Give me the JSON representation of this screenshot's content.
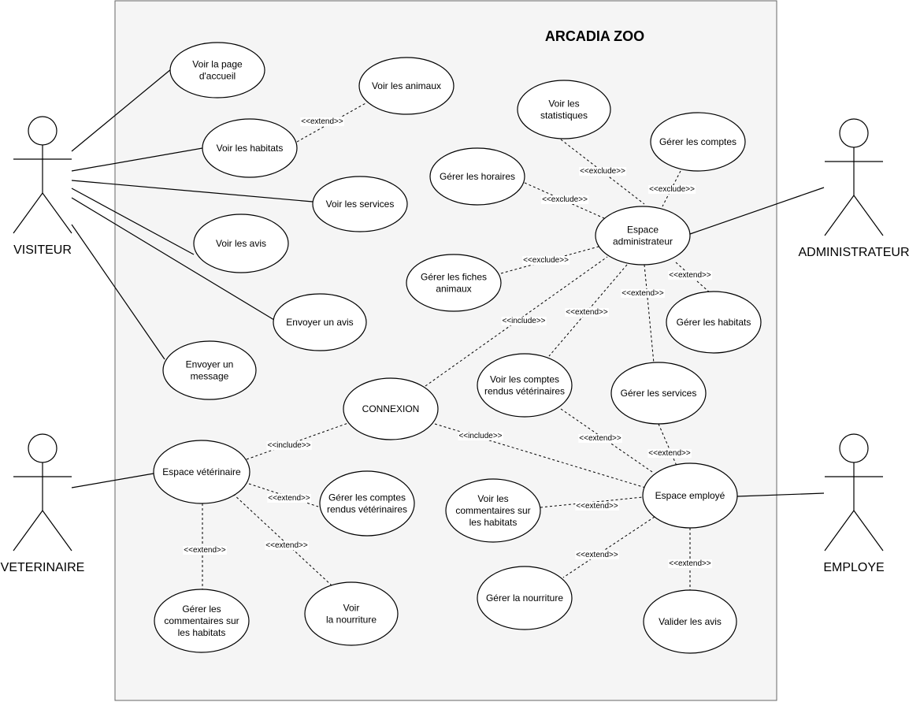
{
  "title": "ARCADIA ZOO",
  "actors": [
    {
      "id": "visiteur",
      "label": "VISITEUR"
    },
    {
      "id": "veterinaire",
      "label": "VETERINAIRE"
    },
    {
      "id": "administrateur",
      "label": "ADMINISTRATEUR"
    },
    {
      "id": "employe",
      "label": "EMPLOYE"
    }
  ],
  "use_cases": [
    {
      "id": "accueil",
      "lines": [
        "Voir la page",
        "d'accueil"
      ]
    },
    {
      "id": "animaux",
      "lines": [
        "Voir les animaux"
      ]
    },
    {
      "id": "habitats",
      "lines": [
        "Voir les habitats"
      ]
    },
    {
      "id": "services",
      "lines": [
        "Voir les services"
      ]
    },
    {
      "id": "avis",
      "lines": [
        "Voir les avis"
      ]
    },
    {
      "id": "envoyer_avis",
      "lines": [
        "Envoyer un avis"
      ]
    },
    {
      "id": "envoyer_message",
      "lines": [
        "Envoyer un",
        "message"
      ]
    },
    {
      "id": "statistiques",
      "lines": [
        "Voir les",
        "statistiques"
      ]
    },
    {
      "id": "comptes",
      "lines": [
        "Gérer les comptes"
      ]
    },
    {
      "id": "horaires",
      "lines": [
        "Gérer les horaires"
      ]
    },
    {
      "id": "espace_admin",
      "lines": [
        "Espace",
        "administrateur"
      ]
    },
    {
      "id": "fiches",
      "lines": [
        "Gérer les fiches",
        "animaux"
      ]
    },
    {
      "id": "gerer_habitats",
      "lines": [
        "Gérer les habitats"
      ]
    },
    {
      "id": "voir_comptes_rendus",
      "lines": [
        "Voir les comptes",
        "rendus vétérinaires"
      ]
    },
    {
      "id": "gerer_services",
      "lines": [
        "Gérer les services"
      ]
    },
    {
      "id": "connexion",
      "lines": [
        "CONNEXION"
      ]
    },
    {
      "id": "espace_vet",
      "lines": [
        "Espace vétérinaire"
      ]
    },
    {
      "id": "gerer_comptes_rendus",
      "lines": [
        "Gérer les comptes",
        "rendus vétérinaires"
      ]
    },
    {
      "id": "espace_employe",
      "lines": [
        "Espace employé"
      ]
    },
    {
      "id": "voir_commentaires",
      "lines": [
        "Voir les",
        "commentaires sur",
        "les habitats"
      ]
    },
    {
      "id": "gerer_commentaires",
      "lines": [
        "Gérer les",
        "commentaires sur",
        "les habitats"
      ]
    },
    {
      "id": "voir_nourriture",
      "lines": [
        "Voir",
        "la nourriture"
      ]
    },
    {
      "id": "gerer_nourriture",
      "lines": [
        "Gérer la nourriture"
      ]
    },
    {
      "id": "valider_avis",
      "lines": [
        "Valider les avis"
      ]
    }
  ],
  "associations": [
    {
      "actor": "visiteur",
      "use_case": "accueil"
    },
    {
      "actor": "visiteur",
      "use_case": "habitats"
    },
    {
      "actor": "visiteur",
      "use_case": "services"
    },
    {
      "actor": "visiteur",
      "use_case": "avis"
    },
    {
      "actor": "visiteur",
      "use_case": "envoyer_avis"
    },
    {
      "actor": "visiteur",
      "use_case": "envoyer_message"
    },
    {
      "actor": "administrateur",
      "use_case": "espace_admin"
    },
    {
      "actor": "veterinaire",
      "use_case": "espace_vet"
    },
    {
      "actor": "employe",
      "use_case": "espace_employe"
    }
  ],
  "relations": [
    {
      "from": "habitats",
      "to": "animaux",
      "label": "<<extend>>"
    },
    {
      "from": "statistiques",
      "to": "espace_admin",
      "label": "<<exclude>>"
    },
    {
      "from": "comptes",
      "to": "espace_admin",
      "label": "<<exclude>>"
    },
    {
      "from": "horaires",
      "to": "espace_admin",
      "label": "<<exclude>>"
    },
    {
      "from": "fiches",
      "to": "espace_admin",
      "label": "<<exclude>>"
    },
    {
      "from": "espace_admin",
      "to": "gerer_habitats",
      "label": "<<extend>>"
    },
    {
      "from": "espace_admin",
      "to": "gerer_services",
      "label": "<<extend>>"
    },
    {
      "from": "espace_admin",
      "to": "voir_comptes_rendus",
      "label": "<<extend>>"
    },
    {
      "from": "connexion",
      "to": "espace_admin",
      "label": "<<include>>"
    },
    {
      "from": "espace_vet",
      "to": "connexion",
      "label": "<<include>>"
    },
    {
      "from": "connexion",
      "to": "espace_employe",
      "label": "<<include>>"
    },
    {
      "from": "voir_comptes_rendus",
      "to": "espace_employe",
      "label": "<<extend>>"
    },
    {
      "from": "gerer_services",
      "to": "espace_employe",
      "label": "<<extend>>"
    },
    {
      "from": "voir_commentaires",
      "to": "espace_employe",
      "label": "<<extend>>"
    },
    {
      "from": "espace_employe",
      "to": "gerer_nourriture",
      "label": "<<extend>>"
    },
    {
      "from": "espace_employe",
      "to": "valider_avis",
      "label": "<<extend>>"
    },
    {
      "from": "espace_vet",
      "to": "gerer_comptes_rendus",
      "label": "<<extend>>"
    },
    {
      "from": "espace_vet",
      "to": "gerer_commentaires",
      "label": "<<extend>>"
    },
    {
      "from": "espace_vet",
      "to": "voir_nourriture",
      "label": "<<extend>>"
    }
  ]
}
